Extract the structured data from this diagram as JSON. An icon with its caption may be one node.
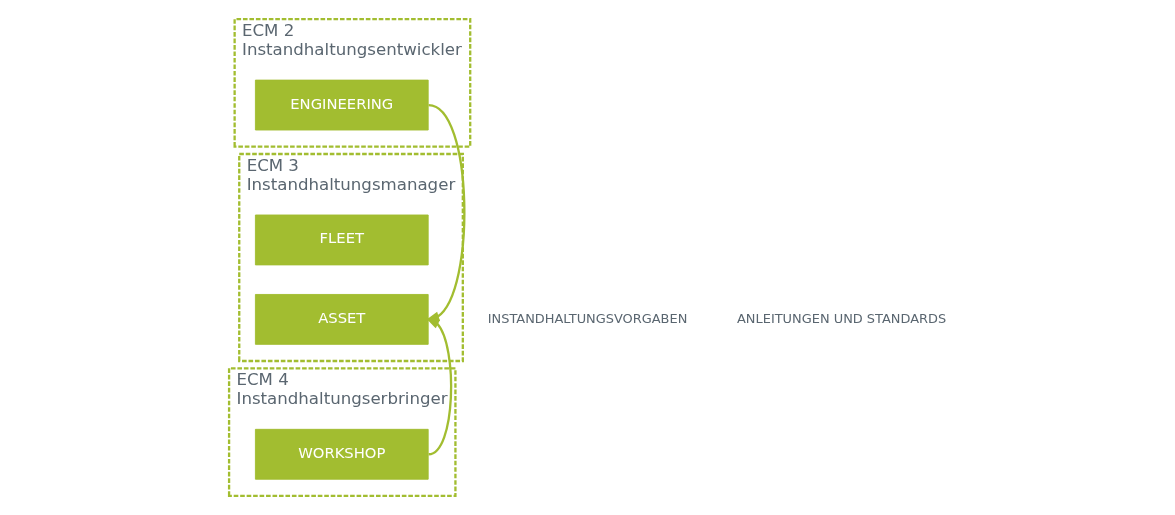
{
  "diagram": {
    "nodes": [
      {
        "text": [
          "ECM 2",
          "Instandhaltungsentwickler"
        ]
      },
      {
        "text": [
          "ENGINEERING"
        ],
        "in": 0
      },
      {
        "text": [
          "ECM 3",
          "Instandhaltungsmanager"
        ]
      },
      {
        "text": [
          "FLEET"
        ],
        "in": 2
      },
      {
        "text": [
          "ASSET"
        ],
        "in": 2
      },
      {
        "text": [
          "ECM 4",
          "Instandhaltungserbringer"
        ]
      },
      {
        "text": [
          "WORKSHOP"
        ],
        "in": 5
      }
    ],
    "edges": [
      {
        "from": 1,
        "to": 4,
        "arrow": "to",
        "color": "#a2bd30"
      },
      {
        "from": 6,
        "to": 4,
        "arrow": "to",
        "color": "#a2bd30"
      }
    ],
    "labels": [
      "INSTANDHALTUNGSVORGABEN",
      "ANLEITUNGEN UND STANDARDS"
    ]
  }
}
